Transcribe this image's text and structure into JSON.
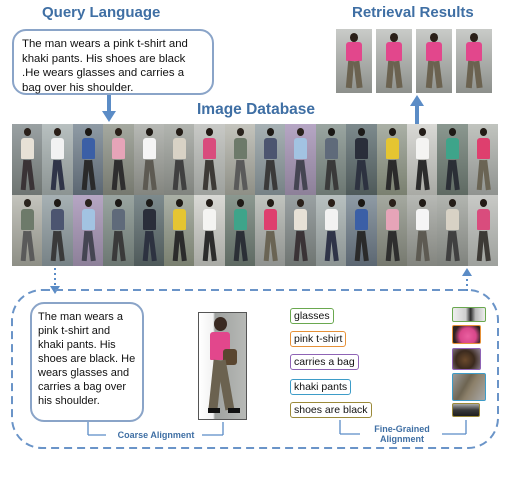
{
  "headers": {
    "query_language": "Query Language",
    "retrieval_results": "Retrieval Results",
    "image_database": "Image Database"
  },
  "query_text": "The man wears a pink t-shirt and khaki pants. His shoes are black .He wears glasses and carries a bag over his shoulder.",
  "detail_text": "The man wears a pink t-shirt and khaki pants. His shoes are black. He wears glasses and carries a bag over his shoulder.",
  "phrases": [
    {
      "label": "glasses",
      "color": "#6aa84f"
    },
    {
      "label": "pink t-shirt",
      "color": "#e69138"
    },
    {
      "label": "carries a bag",
      "color": "#8e63b5"
    },
    {
      "label": "khaki pants",
      "color": "#3d9cc8"
    },
    {
      "label": "shoes are black",
      "color": "#9b8a3a"
    }
  ],
  "alignment": {
    "coarse": "Coarse Alignment",
    "fine_line1": "Fine-Grained",
    "fine_line2": "Alignment"
  },
  "colors": {
    "accent_blue": "#3f6fa4",
    "arrow_blue": "#5b8cc6",
    "dash_blue": "#6a94c8"
  }
}
